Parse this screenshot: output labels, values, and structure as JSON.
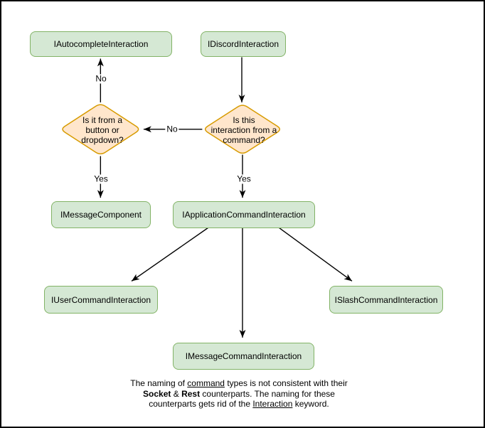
{
  "diagram": {
    "type": "flowchart",
    "nodes": [
      {
        "id": "autocomplete",
        "label": "IAutocompleteInteraction",
        "shape": "rounded-rect",
        "fill": "green"
      },
      {
        "id": "discord",
        "label": "IDiscordInteraction",
        "shape": "rounded-rect",
        "fill": "green"
      },
      {
        "id": "button-dropdown-question",
        "label": "Is it from a button or dropdown?",
        "lines": [
          "Is it from a",
          "button or",
          "dropdown?"
        ],
        "shape": "diamond",
        "fill": "orange"
      },
      {
        "id": "command-question",
        "label": "Is this interaction from a command?",
        "lines": [
          "Is this",
          "interaction from a",
          "command?"
        ],
        "shape": "diamond",
        "fill": "orange"
      },
      {
        "id": "message-component",
        "label": "IMessageComponent",
        "shape": "rounded-rect",
        "fill": "green"
      },
      {
        "id": "application-command",
        "label": "IApplicationCommandInteraction",
        "shape": "rounded-rect",
        "fill": "green"
      },
      {
        "id": "user-command",
        "label": "IUserCommandInteraction",
        "shape": "rounded-rect",
        "fill": "green"
      },
      {
        "id": "slash-command",
        "label": "ISlashCommandInteraction",
        "shape": "rounded-rect",
        "fill": "green"
      },
      {
        "id": "message-command",
        "label": "IMessageCommandInteraction",
        "shape": "rounded-rect",
        "fill": "green"
      }
    ],
    "edges": [
      {
        "from": "discord",
        "to": "command-question",
        "label": ""
      },
      {
        "from": "command-question",
        "to": "button-dropdown-question",
        "label": "No"
      },
      {
        "from": "button-dropdown-question",
        "to": "autocomplete",
        "label": "No"
      },
      {
        "from": "button-dropdown-question",
        "to": "message-component",
        "label": "Yes"
      },
      {
        "from": "command-question",
        "to": "application-command",
        "label": "Yes"
      },
      {
        "from": "application-command",
        "to": "user-command",
        "label": ""
      },
      {
        "from": "application-command",
        "to": "message-command",
        "label": ""
      },
      {
        "from": "application-command",
        "to": "slash-command",
        "label": ""
      }
    ],
    "note": {
      "lines": [
        {
          "segments": [
            {
              "text": "The naming of ",
              "style": "normal"
            },
            {
              "text": "command",
              "style": "underline"
            },
            {
              "text": " types is not consistent with their",
              "style": "normal"
            }
          ]
        },
        {
          "segments": [
            {
              "text": "Socket",
              "style": "bold"
            },
            {
              "text": " & ",
              "style": "normal"
            },
            {
              "text": "Rest",
              "style": "bold"
            },
            {
              "text": " counterparts. The naming for these",
              "style": "normal"
            }
          ]
        },
        {
          "segments": [
            {
              "text": "counterparts gets rid of the ",
              "style": "normal"
            },
            {
              "text": "Interaction",
              "style": "underline"
            },
            {
              "text": " keyword.",
              "style": "normal"
            }
          ]
        }
      ]
    }
  },
  "colors": {
    "node_fill_green": "#d5e8d4",
    "node_stroke_green": "#82b366",
    "diamond_fill_orange": "#ffe6cc",
    "diamond_stroke_orange": "#d79b00",
    "edge_color": "#000000",
    "canvas_bg": "#ffffff",
    "frame_border": "#000000",
    "text_color": "#000000"
  }
}
